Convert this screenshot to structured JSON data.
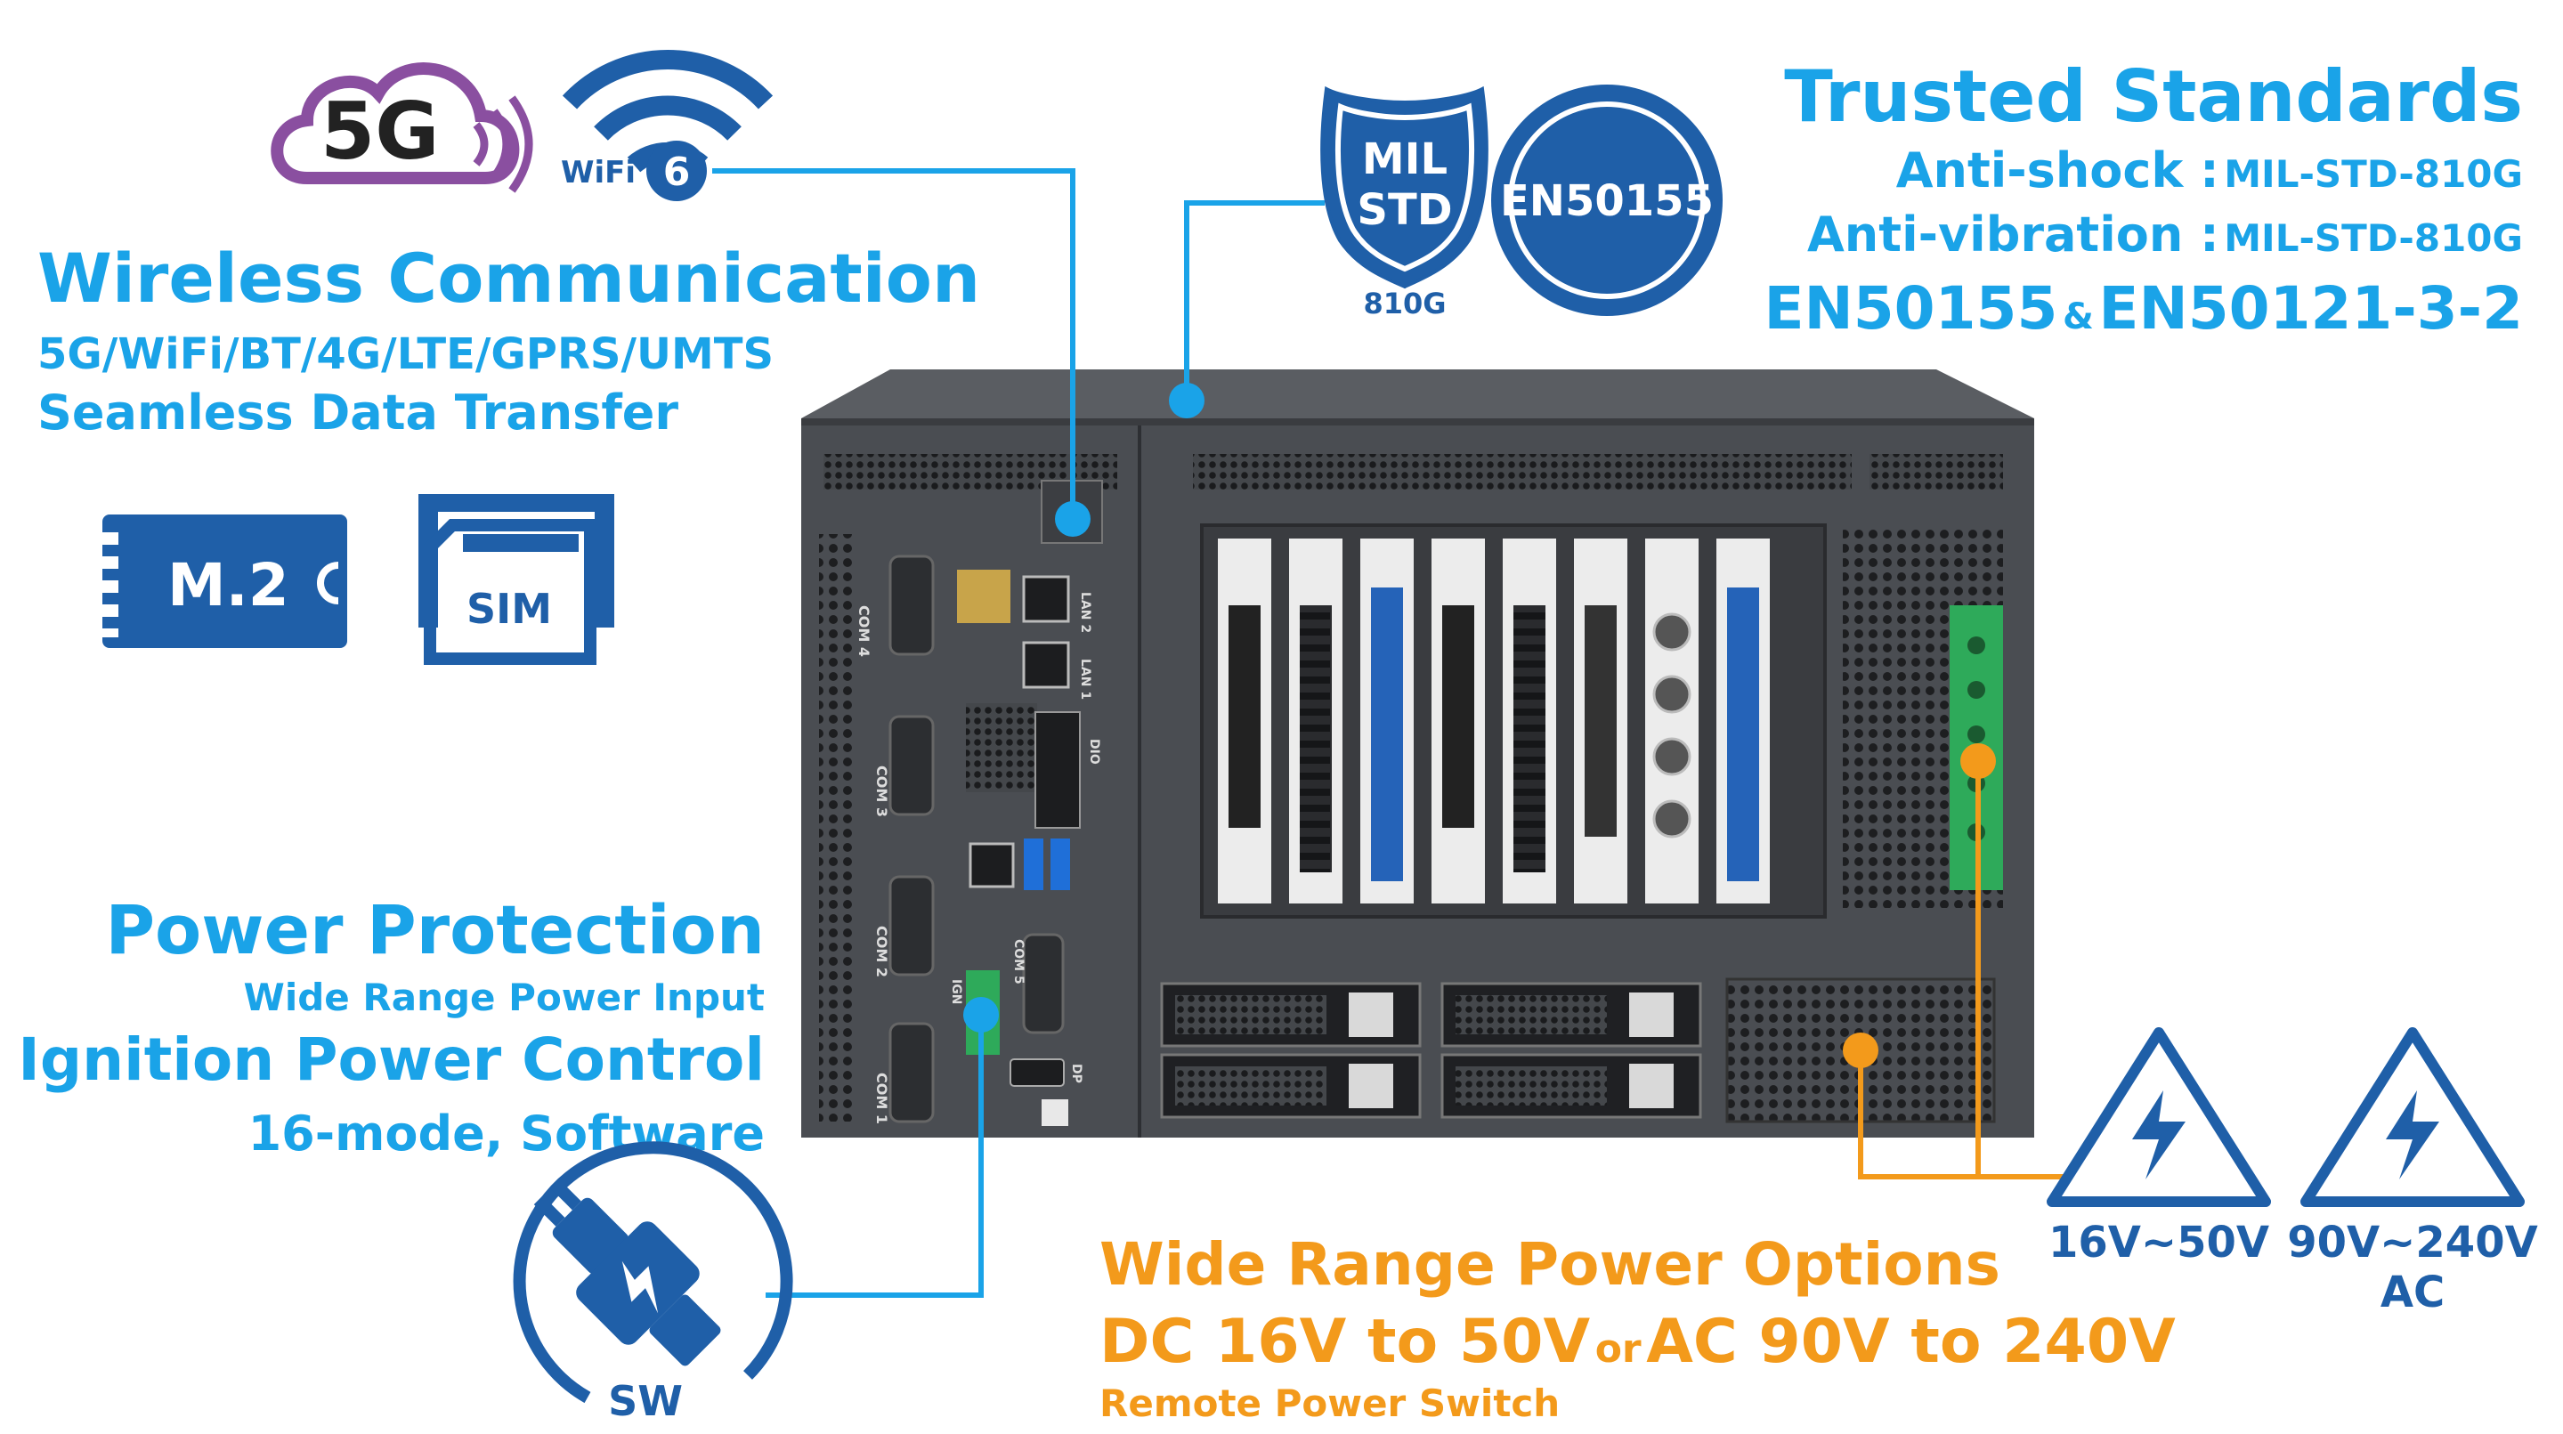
{
  "wireless": {
    "title": "Wireless Communication",
    "line1": "5G/WiFi/BT/4G/LTE/GPRS/UMTS",
    "line2": "Seamless Data Transfer",
    "icon_5g": "5G",
    "icon_wifi": "WiFi",
    "icon_wifi_num": "6",
    "m2_label": "M.2",
    "sim_label": "SIM"
  },
  "standards": {
    "title": "Trusted Standards",
    "shock_label": "Anti-shock :",
    "shock_value": "MIL-STD-810G",
    "vibration_label": "Anti-vibration :",
    "vibration_value": "MIL-STD-810G",
    "en_left": "EN50155",
    "en_amp": "&",
    "en_right": "EN50121-3-2",
    "mil_line1": "MIL",
    "mil_line2": "STD",
    "mil_sub": "810G",
    "en_badge": "EN50155"
  },
  "power_protection": {
    "title": "Power Protection",
    "line1": "Wide Range Power Input",
    "title2": "Ignition Power Control",
    "line2": "16-mode, Software",
    "sw_label": "SW"
  },
  "power_options": {
    "title": "Wide Range Power Options",
    "dc_text": "DC 16V to 50V",
    "or_text": "or",
    "ac_text": "AC 90V to 240V",
    "line3": "Remote Power Switch",
    "dc_badge": "16V~50V",
    "ac_badge_line1": "90V~240V",
    "ac_badge_line2": "AC"
  },
  "chassis_labels": {
    "com4": "COM 4",
    "com3": "COM 3",
    "com2": "COM 2",
    "com1": "COM 1",
    "com5": "COM 5",
    "lan2": "LAN 2",
    "lan1": "LAN 1",
    "dio": "DIO",
    "dp": "DP",
    "ign": "IGN"
  },
  "colors": {
    "cyan": "#1aa3e8",
    "navy": "#1f5fa8",
    "orange": "#f39a1b",
    "purple": "#8a4fa0",
    "chassis": "#4a4d52"
  }
}
